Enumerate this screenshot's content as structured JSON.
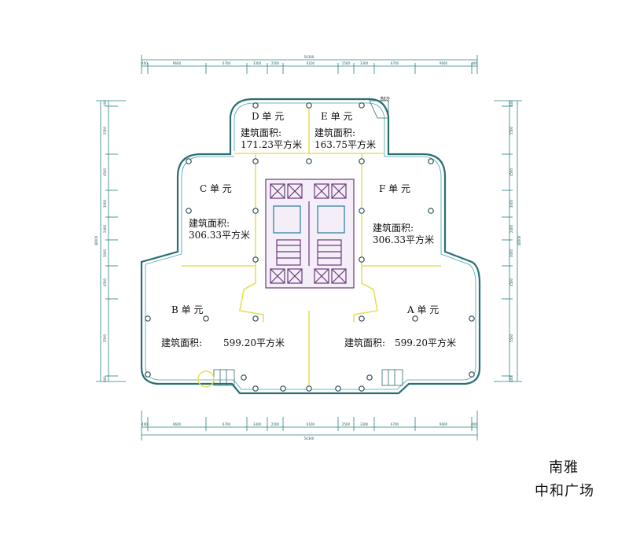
{
  "units": [
    {
      "name": "D 单 元",
      "area_label": "建筑面积:",
      "area_value": "171.23平方米"
    },
    {
      "name": "E 单 元",
      "area_label": "建筑面积:",
      "area_value": "163.75平方米"
    },
    {
      "name": "C 单 元",
      "area_label": "建筑面积:",
      "area_value": "306.33平方米"
    },
    {
      "name": "F 单 元",
      "area_label": "建筑面积:",
      "area_value": "306.33平方米"
    },
    {
      "name": "B 单 元",
      "area_label": "建筑面积:",
      "area_value": "599.20平方米"
    },
    {
      "name": "A 单 元",
      "area_label": "建筑面积:",
      "area_value": "599.20平方米"
    }
  ],
  "dimensions": {
    "top_total": "54300",
    "top_segments": [
      "400",
      "9600",
      "6700",
      "3300",
      "2500",
      "6100",
      "2500",
      "3300",
      "6700",
      "9600",
      "400"
    ],
    "bottom_total": "54300",
    "bottom_segments": [
      "400",
      "9600",
      "6700",
      "3300",
      "2500",
      "6100",
      "2500",
      "3300",
      "6700",
      "9600",
      "400"
    ],
    "left_total": "48000",
    "right_total": "48000",
    "left_segments": [
      "400",
      "5500",
      "4500",
      "3000",
      "2400",
      "3000",
      "4500",
      "5500",
      "400"
    ],
    "right_segments": [
      "400",
      "5500",
      "4500",
      "3000",
      "2400",
      "3000",
      "4500",
      "5500",
      "400"
    ]
  },
  "corner_note": "制冷",
  "title": {
    "line1": "南雅",
    "line2": "中和广场"
  },
  "colors": {
    "wall": "#2a6e74",
    "wall_light": "#4aa0a6",
    "partition": "#e6df55",
    "core": "#6a3a7a",
    "column": "#2c4f5c",
    "dimension": "#2a8080"
  }
}
